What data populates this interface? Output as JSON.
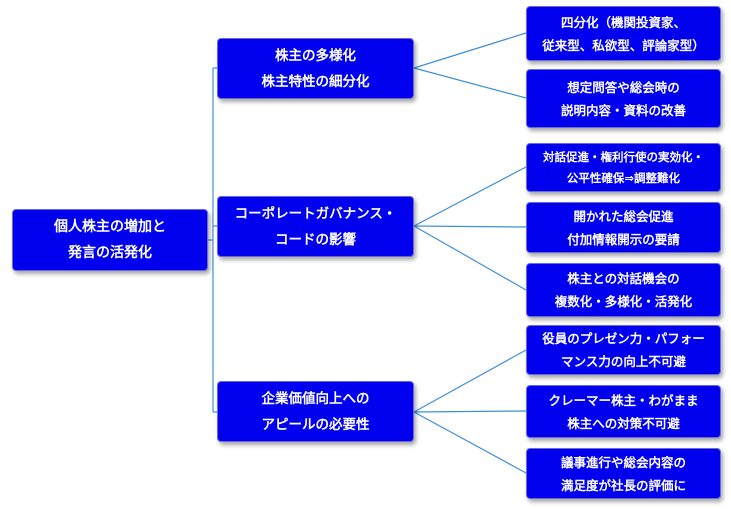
{
  "colors": {
    "node_fill": "#0000ee",
    "node_text": "#ffffff",
    "connector": "#3f8fd8"
  },
  "root": {
    "lines": [
      "個人株主の増加と",
      "発言の活発化"
    ]
  },
  "branches": [
    {
      "lines": [
        "株主の多様化",
        "株主特性の細分化"
      ],
      "children": [
        {
          "lines": [
            "四分化（機関投資家、",
            "従来型、私欲型、評論家型）"
          ]
        },
        {
          "lines": [
            "想定問答や総会時の",
            "説明内容・資料の改善"
          ]
        }
      ]
    },
    {
      "lines": [
        "コーポレートガバナンス・",
        "コードの影響"
      ],
      "children": [
        {
          "lines": [
            "対話促進・権利行使の実効化・",
            "公平性確保⇒調整難化"
          ]
        },
        {
          "lines": [
            "開かれた総会促進",
            "付加情報開示の要請"
          ]
        },
        {
          "lines": [
            "株主との対話機会の",
            "複数化・多様化・活発化"
          ]
        }
      ]
    },
    {
      "lines": [
        "企業価値向上への",
        "アピールの必要性"
      ],
      "children": [
        {
          "lines": [
            "役員のプレゼン力・パフォー",
            "マンス力の向上不可避"
          ]
        },
        {
          "lines": [
            "クレーマー株主・わがまま",
            "株主への対策不可避"
          ]
        },
        {
          "lines": [
            "議事進行や総会内容の",
            "満足度が社長の評価に"
          ]
        }
      ]
    }
  ]
}
